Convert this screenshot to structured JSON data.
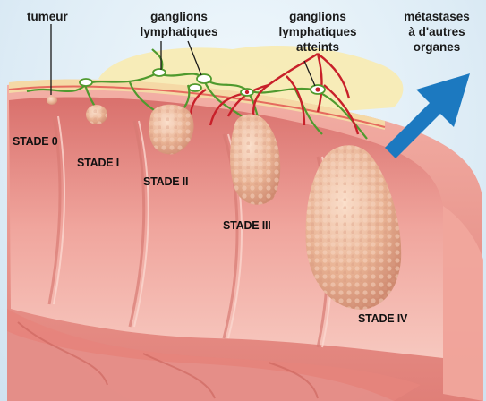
{
  "labels": {
    "tumeur": "tumeur",
    "ganglions": [
      "ganglions",
      "lymphatiques"
    ],
    "ganglions_atteints": [
      "ganglions",
      "lymphatiques",
      "atteints"
    ],
    "metastases": [
      "métastases",
      "à d'autres",
      "organes"
    ]
  },
  "stages": [
    "STADE 0",
    "STADE I",
    "STADE II",
    "STADE III",
    "STADE IV"
  ],
  "colors": {
    "tissue": "#e88a86",
    "tissue_light": "#f6c1b8",
    "fat": "#f8eab0",
    "vessel_red": "#c8202a",
    "vessel_green": "#4f9a2e",
    "arrow": "#1c79c0",
    "tumor": "#e8b59a"
  }
}
